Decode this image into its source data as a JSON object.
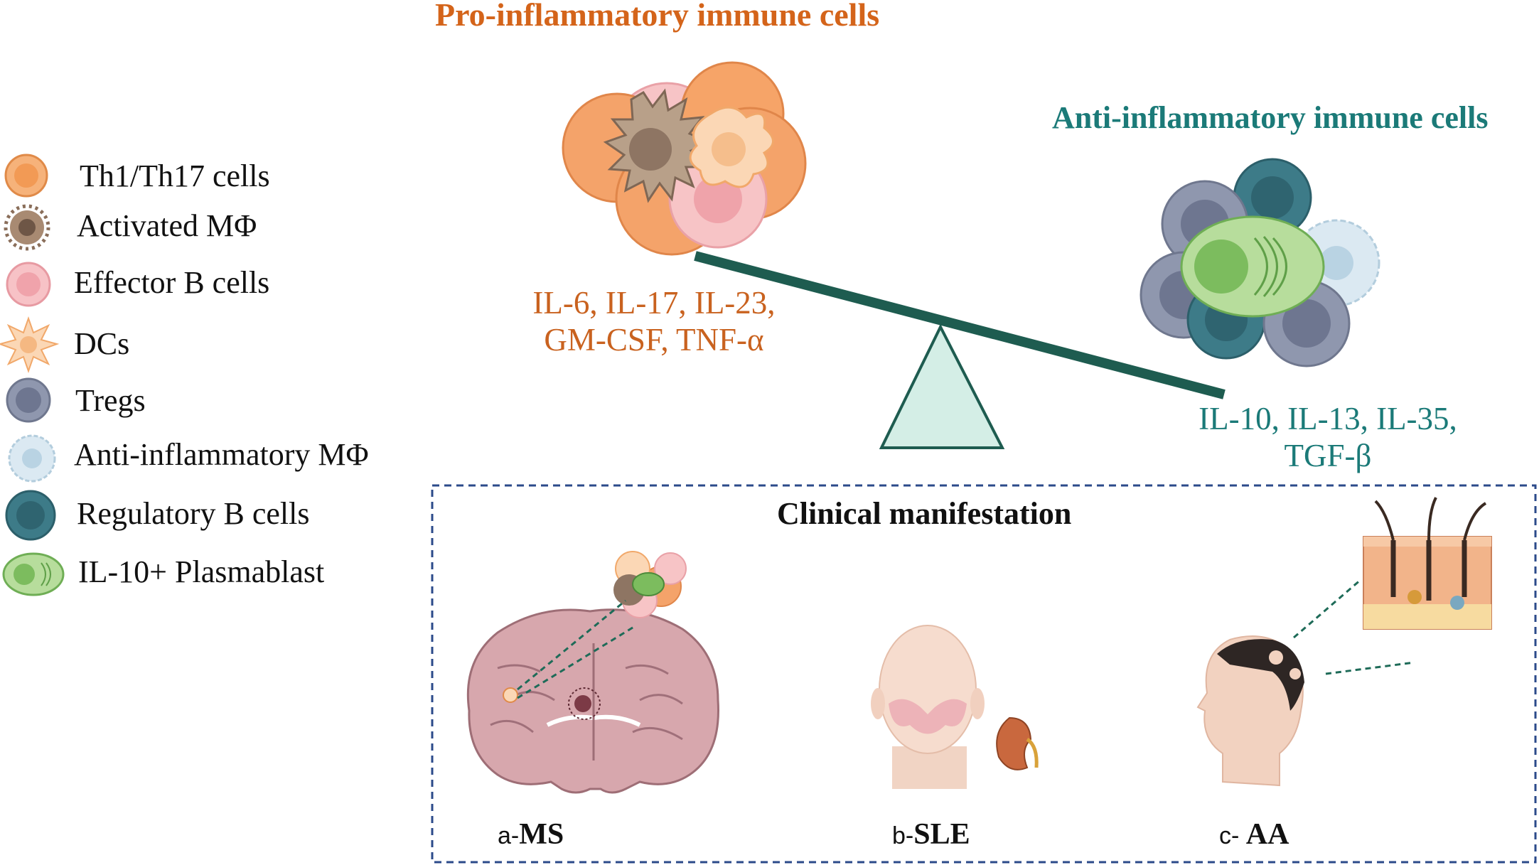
{
  "legend": [
    {
      "label": "Th1/Th17 cells",
      "icon": "th1-th17-cell-icon"
    },
    {
      "label": "Activated MΦ",
      "icon": "activated-macrophage-icon"
    },
    {
      "label": "Effector B cells",
      "icon": "effector-b-cell-icon"
    },
    {
      "label": "DCs",
      "icon": "dendritic-cell-icon"
    },
    {
      "label": "Tregs",
      "icon": "treg-cell-icon"
    },
    {
      "label": "Anti-inflammatory MΦ",
      "icon": "anti-inflammatory-macrophage-icon"
    },
    {
      "label": "Regulatory B cells",
      "icon": "regulatory-b-cell-icon"
    },
    {
      "label": "IL-10+ Plasmablast",
      "icon": "plasmablast-icon"
    }
  ],
  "pro": {
    "title": "Pro-inflammatory immune cells",
    "cytokines_line1": "IL-6, IL-17, IL-23,",
    "cytokines_line2": "GM-CSF, TNF-α"
  },
  "anti": {
    "title": "Anti-inflammatory immune cells",
    "cytokines_line1": "IL-10, IL-13, IL-35,",
    "cytokines_line2": "TGF-β"
  },
  "clinical": {
    "title": "Clinical manifestation",
    "diseases": [
      {
        "prefix": "a-",
        "name": "MS"
      },
      {
        "prefix": "b-",
        "name": "SLE"
      },
      {
        "prefix": "c- ",
        "name": "AA"
      }
    ]
  },
  "colors": {
    "pro_text": "#d4641a",
    "anti_text": "#1b7a78",
    "beam": "#1e5c50",
    "fulcrum_fill": "#d4eee6",
    "box_border": "#2b4a8a"
  }
}
